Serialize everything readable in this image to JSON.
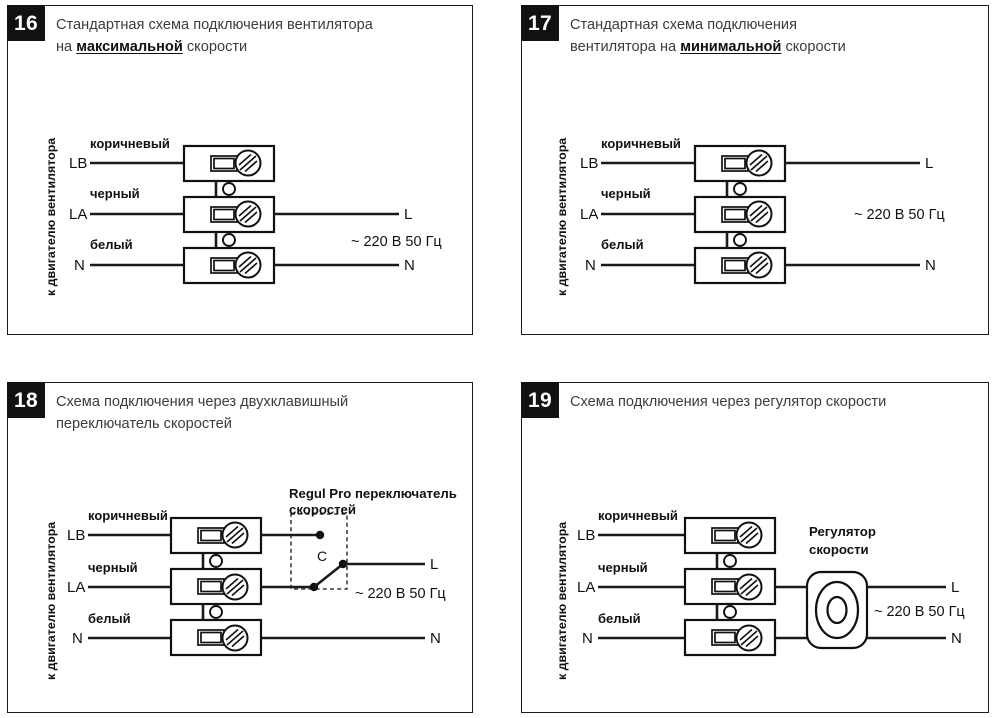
{
  "sheet": {
    "background": "#ffffff",
    "ink": "#1a1a1a",
    "badge_bg": "#111111",
    "badge_fg": "#ffffff"
  },
  "common": {
    "vertical_label": "к двигателю вентилятора",
    "wire_labels": {
      "brown": "коричневый",
      "black": "черный",
      "white": "белый"
    },
    "terminals": {
      "lb": "LB",
      "la": "LA",
      "n": "N"
    },
    "mains": {
      "line": "L",
      "neutral": "N",
      "voltage": "~ 220 В 50 Гц"
    }
  },
  "panels": [
    {
      "number": "16",
      "title_plain_1": "Стандартная схема подключения вентилятора",
      "title_plain_2a": "на ",
      "title_bold": "максимальной",
      "title_plain_2b": " скорости",
      "device": null,
      "live_tap": "LA",
      "notes": "L line taps from the middle (LA / черный) terminal; N from the bottom terminal"
    },
    {
      "number": "17",
      "title_plain_1": "Стандартная схема подключения",
      "title_plain_2a": "вентилятора на ",
      "title_bold": "минимальной",
      "title_plain_2b": " скорости",
      "device": null,
      "live_tap": "LB",
      "notes": "L line taps from the top (LB / коричневый) terminal; N from the bottom terminal"
    },
    {
      "number": "18",
      "title_plain_1": "Схема подключения через двухклавишный",
      "title_plain_2a": "переключатель скоростей",
      "title_bold": "",
      "title_plain_2b": "",
      "device": {
        "name": "switch",
        "label_line_1": "Regul Pro переключатель",
        "label_line_2": "скоростей",
        "common_marker": "C"
      },
      "live_tap": "switch",
      "notes": "Both LB and LA run to a two-gang speed switch; common contact C feeds L"
    },
    {
      "number": "19",
      "title_plain_1": "Схема подключения через регулятор скорости",
      "title_plain_2a": "",
      "title_bold": "",
      "title_plain_2b": "",
      "device": {
        "name": "speed-regulator",
        "label_line_1": "Регулятор",
        "label_line_2": "скорости"
      },
      "live_tap": "LA",
      "notes": "LA and N pass through the rotary speed regulator to L and N"
    }
  ]
}
